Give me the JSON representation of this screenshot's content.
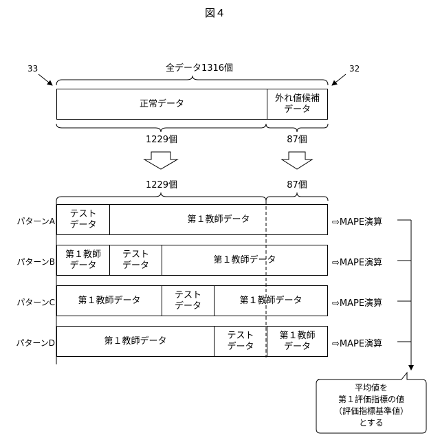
{
  "figure_title": "図４",
  "top": {
    "total_label": "全データ1316個",
    "ref_left": "33",
    "ref_right": "32",
    "normal_label": "正常データ",
    "outlier_label_1": "外れ値候補",
    "outlier_label_2": "データ",
    "count_normal": "1229個",
    "count_outlier": "87個"
  },
  "lower": {
    "count_normal": "1229個",
    "count_outlier": "87個"
  },
  "test_1": "テスト",
  "test_2": "データ",
  "teacher_1": "第１教師",
  "teacher_2": "データ",
  "teacher_full": "第１教師データ",
  "mape": "⇨MAPE演算",
  "patterns": [
    {
      "label": "パターンA"
    },
    {
      "label": "パターンB"
    },
    {
      "label": "パターンC"
    },
    {
      "label": "パターンD"
    }
  ],
  "callout": {
    "line1": "平均値を",
    "line2": "第１評価指標の値",
    "line3": "（評価指標基準値）",
    "line4": "とする"
  }
}
